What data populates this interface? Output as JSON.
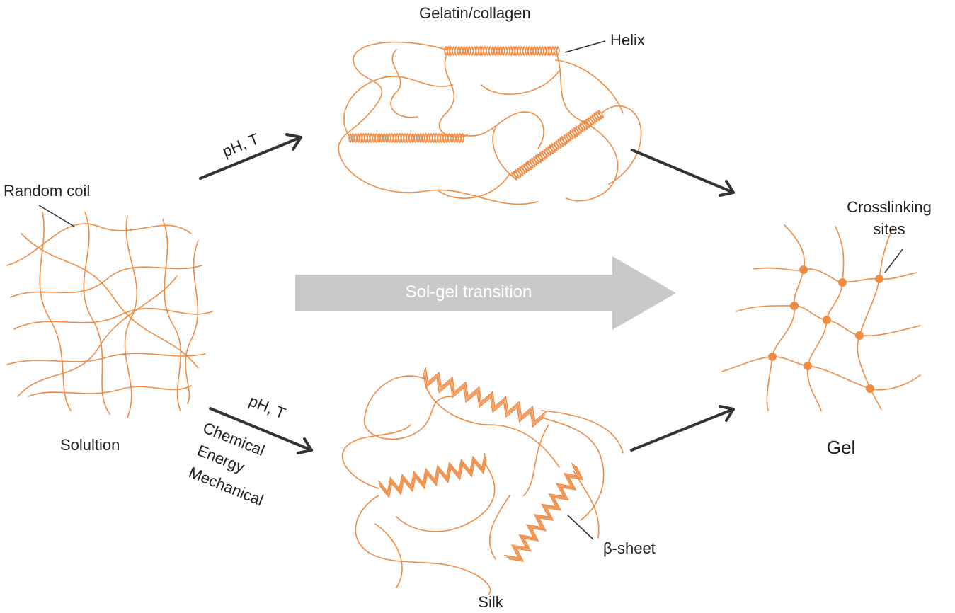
{
  "labels": {
    "random_coil": "Random coil",
    "solution": "Solultion",
    "gelatin": "Gelatin/collagen",
    "helix": "Helix",
    "ph_t_top": "pH, T",
    "ph_t_bottom": "pH, T",
    "chemical": "Chemical",
    "energy": "Energy",
    "mechanical": "Mechanical",
    "sol_gel": "Sol-gel transition",
    "crosslinking_1": "Crosslinking",
    "crosslinking_2": "sites",
    "gel": "Gel",
    "beta_sheet": "β-sheet",
    "silk": "Silk"
  },
  "colors": {
    "chain": "#ee8c45",
    "arrow": "#333333",
    "big_arrow": "#c8c9cb",
    "big_arrow_text": "#ffffff",
    "crosslink_dot": "#ee8c45"
  }
}
